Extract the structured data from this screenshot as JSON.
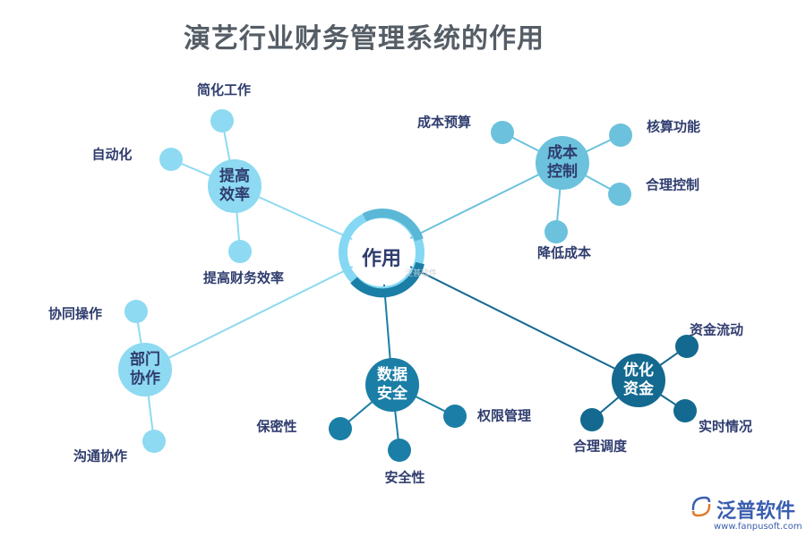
{
  "title": "演艺行业财务管理系统的作用",
  "center": "作用",
  "watermark_small": "泛普软件",
  "hubs": {
    "efficiency": {
      "label": "提高效率",
      "line1": "提高",
      "line2": "效率",
      "leaves": [
        "简化工作",
        "自动化",
        "提高财务效率"
      ]
    },
    "cost": {
      "label": "成本控制",
      "line1": "成本",
      "line2": "控制",
      "leaves": [
        "成本预算",
        "核算功能",
        "合理控制",
        "降低成本"
      ]
    },
    "collab": {
      "label": "部门协作",
      "line1": "部门",
      "line2": "协作",
      "leaves": [
        "协同操作",
        "沟通协作"
      ]
    },
    "security": {
      "label": "数据安全",
      "line1": "数据",
      "line2": "安全",
      "leaves": [
        "保密性",
        "权限管理",
        "安全性"
      ]
    },
    "funds": {
      "label": "优化资金",
      "line1": "优化",
      "line2": "资金",
      "leaves": [
        "资金流动",
        "实时情况",
        "合理调度"
      ]
    }
  },
  "brand": {
    "name": "泛普软件",
    "url": "www.fanpusoft.com"
  },
  "colors": {
    "light": "#84d8f3",
    "medium": "#5ab8d6",
    "dark": "#1b7ea6",
    "darkest": "#13698f",
    "text": "#2f3c6e"
  }
}
